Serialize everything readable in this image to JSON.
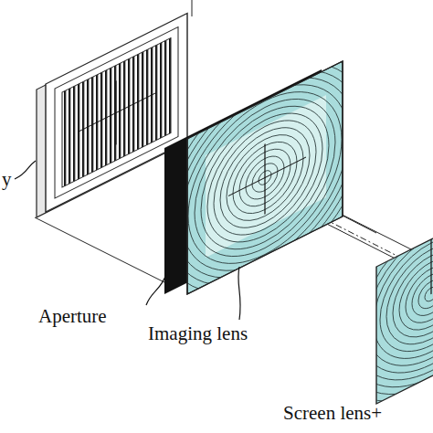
{
  "diagram": {
    "labels": [
      "y",
      "Aperture",
      "Imaging lens",
      "Screen lens+"
    ]
  }
}
